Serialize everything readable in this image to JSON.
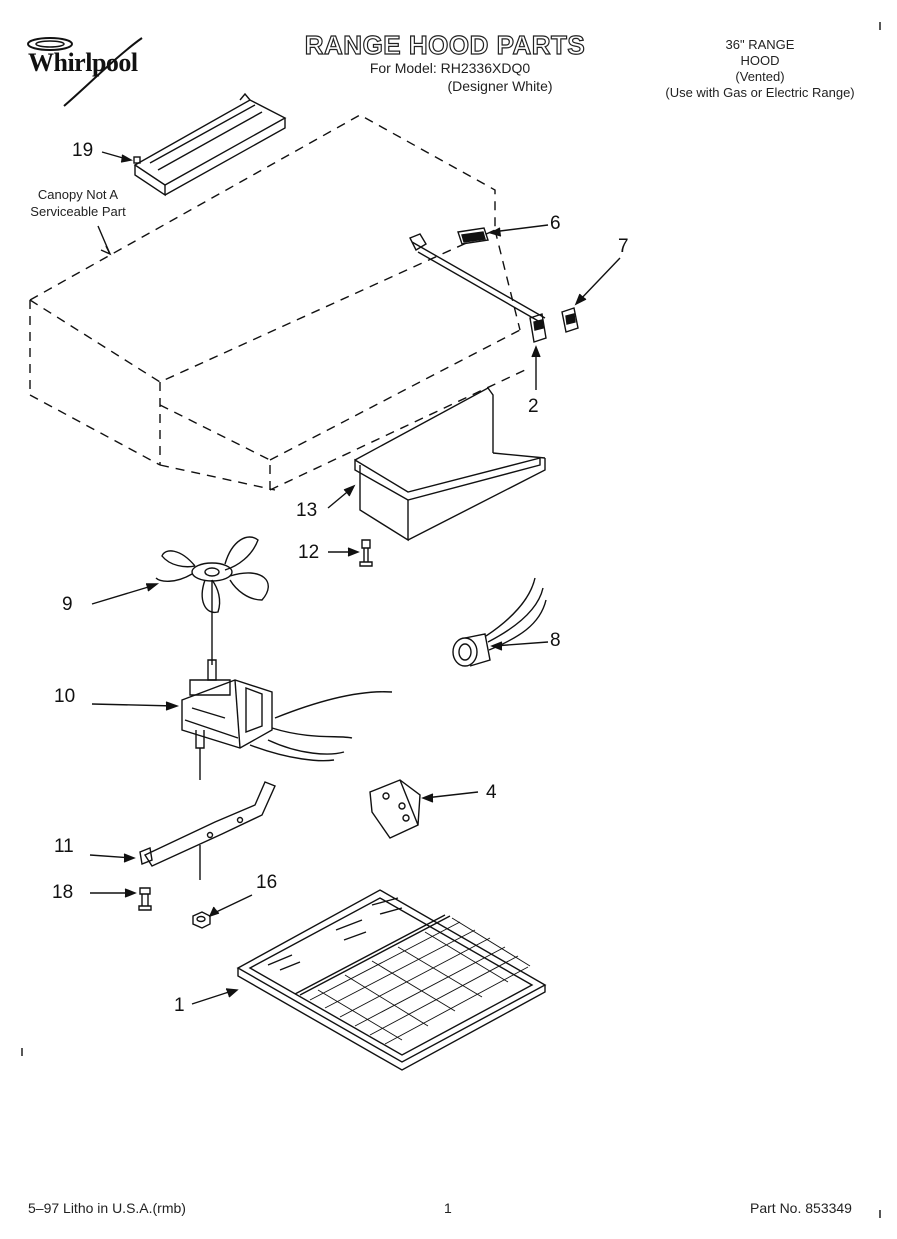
{
  "header": {
    "brand": "Whirlpool",
    "title": "RANGE HOOD PARTS",
    "model_line": "For Model: RH2336XDQ0",
    "designer_line": "(Designer White)",
    "product_line1": "36\" RANGE",
    "product_line2": "HOOD",
    "product_line3": "(Vented)",
    "product_line4": "(Use with Gas or Electric Range)"
  },
  "note": {
    "line1": "Canopy Not A",
    "line2": "Serviceable Part"
  },
  "callouts": {
    "c1": "1",
    "c2": "2",
    "c4": "4",
    "c6": "6",
    "c7": "7",
    "c8": "8",
    "c9": "9",
    "c10": "10",
    "c11": "11",
    "c12": "12",
    "c13": "13",
    "c16": "16",
    "c18": "18",
    "c19": "19"
  },
  "footer": {
    "left": "5–97 Litho in U.S.A.(rmb)",
    "center": "1",
    "right": "Part No. 853349"
  }
}
